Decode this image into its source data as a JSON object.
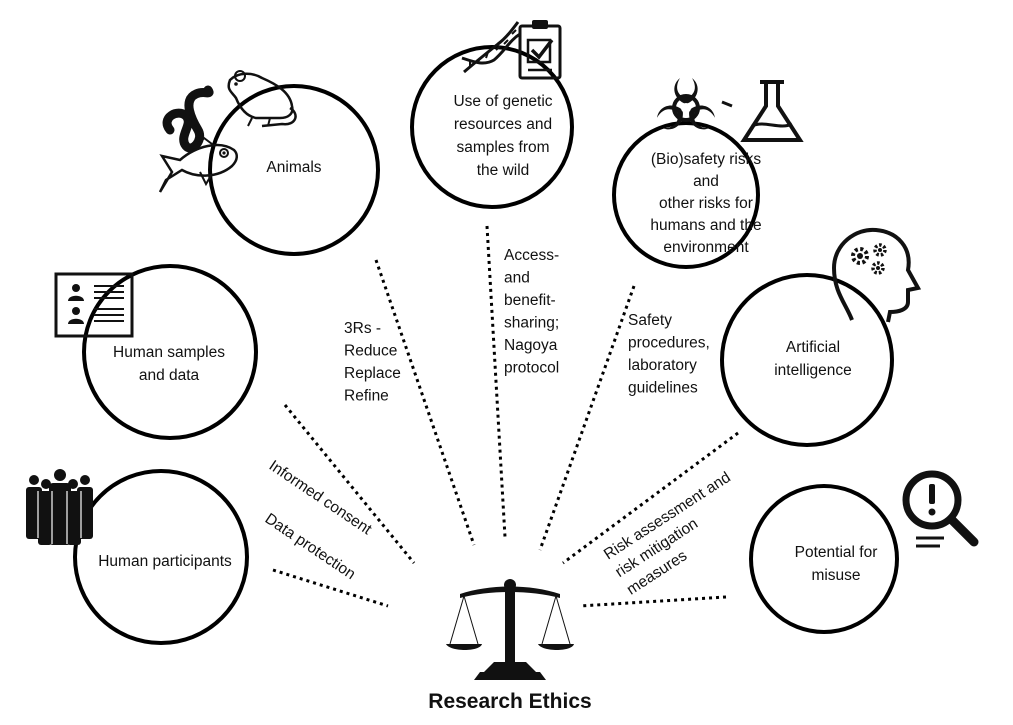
{
  "title": "Research Ethics",
  "topics": {
    "animals": {
      "lines": [
        "Animals"
      ]
    },
    "genetic": {
      "lines": [
        "Use of genetic",
        "resources and",
        "samples from",
        "the wild"
      ]
    },
    "biosafety": {
      "lines": [
        "(Bio)safety risks",
        "and",
        "other risks for",
        "humans and the",
        "environment"
      ]
    },
    "samples": {
      "lines": [
        "Human samples",
        "and data"
      ]
    },
    "ai": {
      "lines": [
        "Artificial",
        "intelligence"
      ]
    },
    "participants": {
      "lines": [
        "Human participants"
      ]
    },
    "misuse": {
      "lines": [
        "Potential for",
        "misuse"
      ]
    }
  },
  "links": {
    "three_rs": {
      "lines": [
        "3Rs  -",
        "Reduce",
        "Replace",
        "Refine"
      ]
    },
    "abs": {
      "lines": [
        "Access-",
        "and",
        "benefit-",
        "sharing;",
        "Nagoya",
        "protocol"
      ]
    },
    "safety": {
      "lines": [
        "Safety",
        "procedures,",
        "laboratory",
        "guidelines"
      ]
    },
    "consent": {
      "lines": [
        "Informed consent"
      ]
    },
    "dataprot": {
      "lines": [
        "Data protection"
      ]
    },
    "risk": {
      "lines": [
        "Risk assessment and",
        "risk mitigation",
        "measures"
      ]
    }
  },
  "icons": {
    "animals": [
      "worm-icon",
      "rat-icon",
      "fish-icon"
    ],
    "genetic": [
      "dna-icon",
      "clipboard-check-icon"
    ],
    "biosafety": [
      "biohazard-icon",
      "flask-icon"
    ],
    "samples": "id-card-icon",
    "ai": "head-gears-icon",
    "participants": "people-group-icon",
    "misuse": "magnifier-exclamation-icon",
    "center": "scales-of-justice-icon"
  }
}
